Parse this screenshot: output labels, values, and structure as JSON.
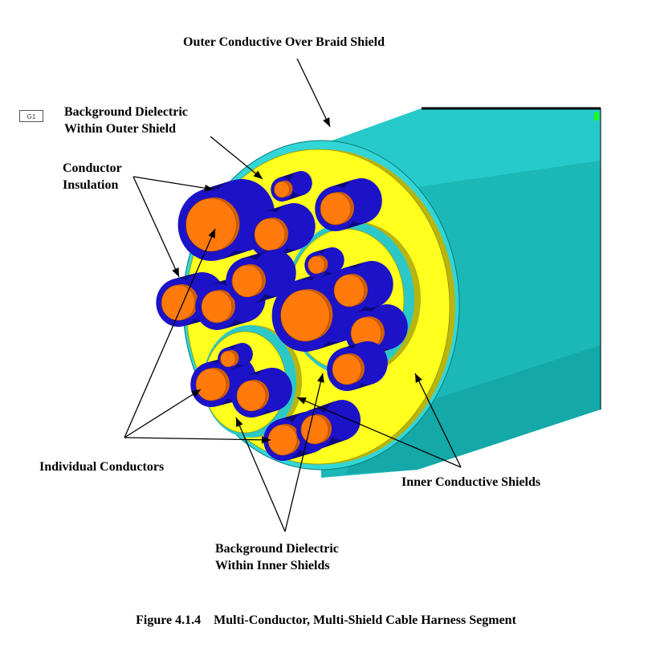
{
  "labels": {
    "outer_shield": "Outer Conductive Over Braid Shield",
    "bg_outer_line1": "Background Dielectric",
    "bg_outer_line2": "Within Outer Shield",
    "conductor_ins_line1": "Conductor",
    "conductor_ins_line2": "Insulation",
    "individual_conductors": "Individual Conductors",
    "inner_shields": "Inner Conductive Shields",
    "bg_inner_line1": "Background Dielectric",
    "bg_inner_line2": "Within Inner Shields"
  },
  "tag": "G1",
  "caption": "Figure 4.1.4    Multi-Conductor, Multi-Shield Cable Harness Segment",
  "colors": {
    "cable_body": "#1cb8b8",
    "cable_top": "#26caca",
    "cable_shade": "#0e9a9a",
    "outer_ring": "#33d6d6",
    "dielectric": "#ffff1e",
    "dielectric_shade": "#b8b410",
    "insulation": "#1c12c8",
    "insulation_dark": "#0e0880",
    "conductor": "#ff7a0a",
    "conductor_dark": "#d25e00",
    "inner_shield": "#2cc8c8",
    "marker": "#1aff1a",
    "arrow": "#000000"
  }
}
